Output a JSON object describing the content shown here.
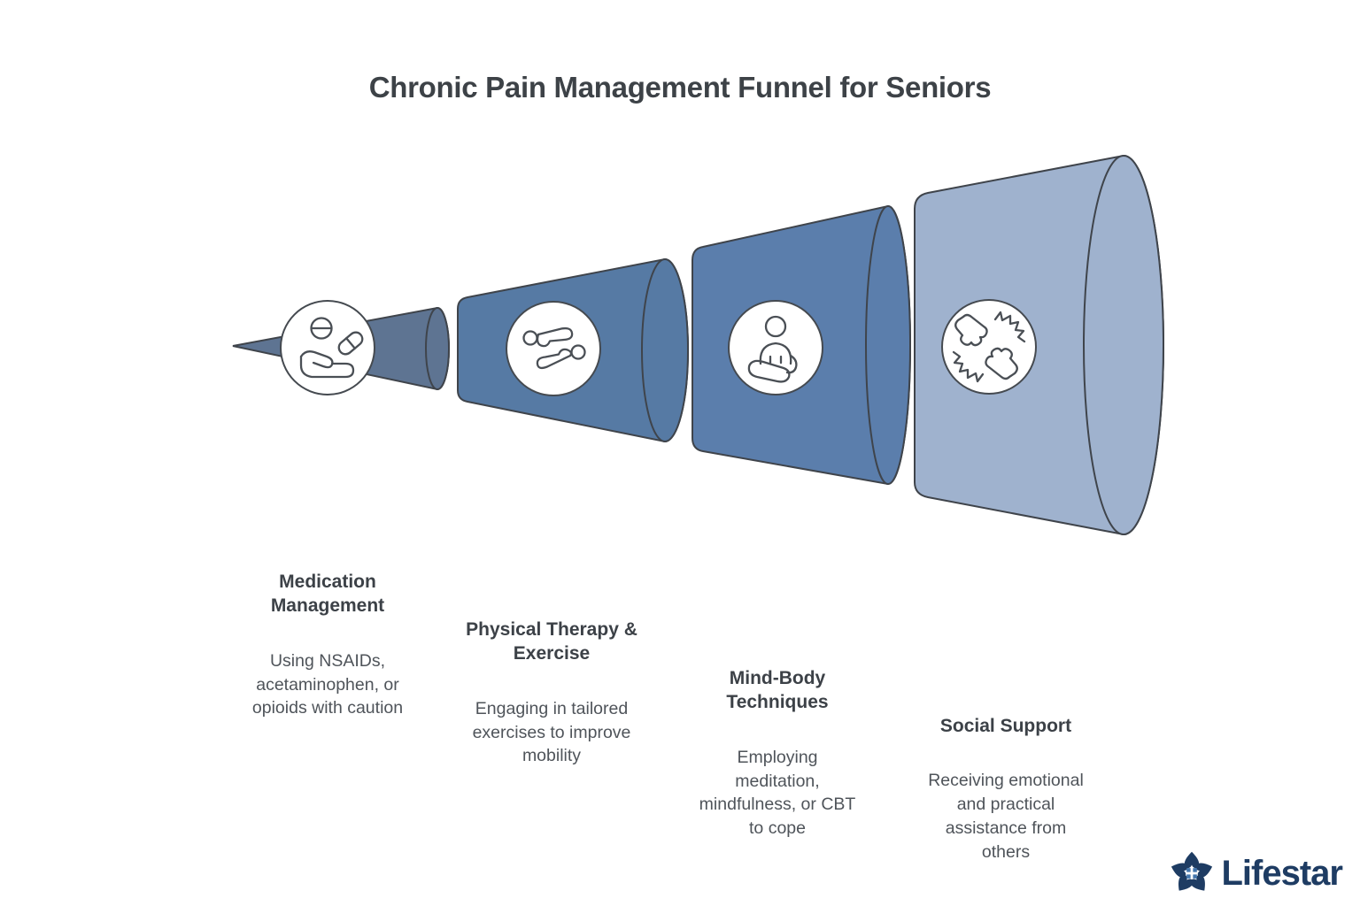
{
  "page": {
    "title": "Chronic Pain Management Funnel for Seniors",
    "background": "#ffffff"
  },
  "funnel": {
    "outline_color": "#3f444b",
    "segments": [
      {
        "title": "Medication\nManagement",
        "description": "Using NSAIDs,\nacetaminophen, or\nopioids with caution",
        "color": "#5e7492",
        "icon": "hand-with-pills-icon"
      },
      {
        "title": "Physical Therapy &\nExercise",
        "description": "Engaging in tailored\nexercises to improve\nmobility",
        "color": "#567aa4",
        "icon": "exercise-figures-icon"
      },
      {
        "title": "Mind-Body\nTechniques",
        "description": "Employing\nmeditation,\nmindfulness, or CBT\nto cope",
        "color": "#5b7eac",
        "icon": "meditating-person-icon"
      },
      {
        "title": "Social Support",
        "description": "Receiving emotional\nand practical\nassistance from\nothers",
        "color": "#9fb2ce",
        "icon": "fist-bump-icon"
      }
    ]
  },
  "logo": {
    "text": "Lifestar",
    "color": "#1e3c63",
    "accent": "#4376ad"
  }
}
